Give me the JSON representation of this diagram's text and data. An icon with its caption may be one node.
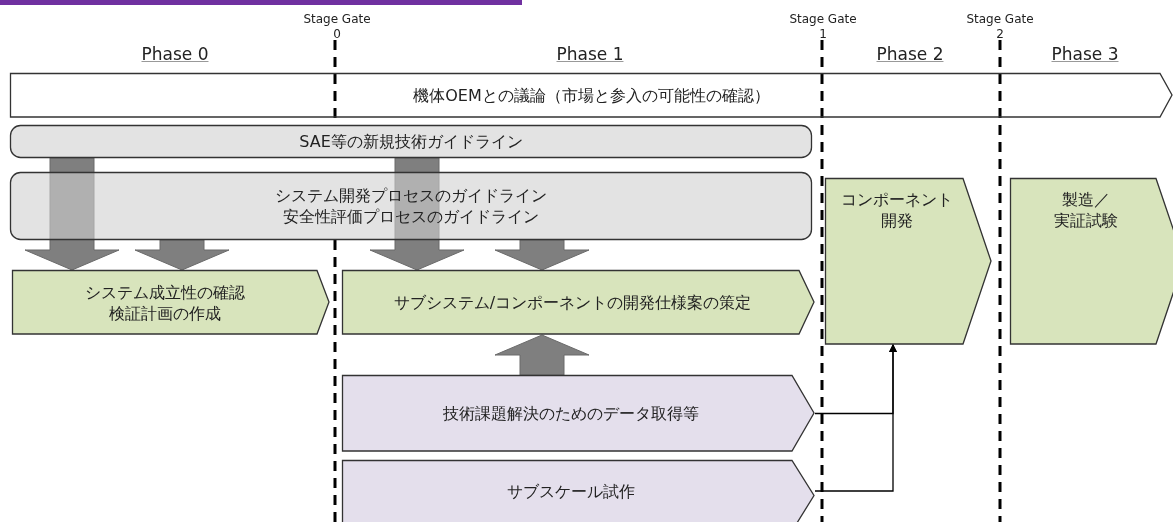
{
  "diagram": {
    "nodes": [
      {
        "text": [
          "機体OEMとの議論（市場と参入の可能性の確認）"
        ]
      },
      {
        "text": [
          "SAE等の新規技術ガイドライン"
        ]
      },
      {
        "text": [
          "システム開発プロセスのガイドライン",
          "安全性評価プロセスのガイドライン"
        ]
      },
      {
        "text": [
          "システム成立性の確認検証計画の作成"
        ]
      },
      {
        "text": [
          "サブシステム/コンポーネントの開発仕様案の策定"
        ]
      },
      {
        "text": [
          "コンポーネント開発"
        ]
      },
      {
        "text": [
          "製造／実証試験"
        ]
      },
      {
        "text": [
          "技術課題解決のためのデータ取得等"
        ]
      },
      {
        "text": [
          "サブスケール試作"
        ]
      }
    ],
    "edges": [
      {
        "from": 1,
        "to": 3,
        "arrow": "to",
        "style": "thick"
      },
      {
        "from": 2,
        "to": 3,
        "arrow": "to",
        "style": "thick"
      },
      {
        "from": 1,
        "to": 4,
        "arrow": "to",
        "style": "thick"
      },
      {
        "from": 2,
        "to": 4,
        "arrow": "to",
        "style": "thick"
      },
      {
        "from": 7,
        "to": 4,
        "arrow": "to",
        "style": "thick"
      },
      {
        "from": 7,
        "to": 5,
        "arrow": "to"
      },
      {
        "from": 8,
        "to": 5,
        "arrow": "to"
      }
    ],
    "labels": [
      "Stage Gate 0",
      "Stage Gate 1",
      "Stage Gate 2",
      "Phase 0",
      "Phase 1",
      "Phase 2",
      "Phase 3"
    ]
  }
}
